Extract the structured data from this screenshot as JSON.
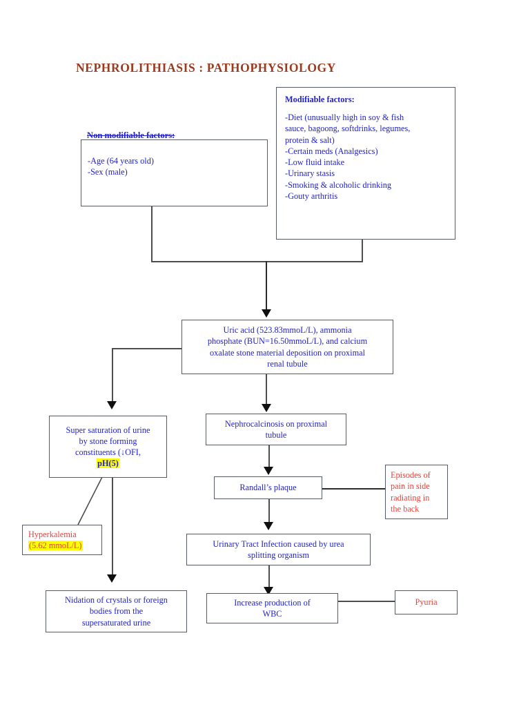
{
  "document": {
    "title": "NEPHROLITHIASIS : PATHOPHYSIOLOGY"
  },
  "colors": {
    "title": "#9c3a1e",
    "body_text": "#2222cc",
    "alert_text": "#e8403a",
    "highlight": "#ffff00",
    "border": "#555a63",
    "connector": "#4d4d4d"
  },
  "boxes": {
    "non_modifiable": {
      "heading": "Non modifiable factors:",
      "items": [
        "-Age (64 years old)",
        "-Sex (male)"
      ]
    },
    "modifiable": {
      "heading": "Modifiable factors:",
      "items": [
        "-Diet (unusually high in soy & fish",
        "sauce, bagoong, softdrinks, legumes,",
        "protein & salt)",
        "-Certain meds (Analgesics)",
        "-Low fluid intake",
        "-Urinary stasis",
        "-Smoking & alcoholic drinking",
        "-Gouty arthritis"
      ]
    },
    "uric_acid": {
      "lines": [
        "Uric acid (523.83mmoL/L), ammonia",
        "phosphate (BUN=16.50mmoL/L), and calcium",
        "oxalate stone material deposition on proximal",
        "renal tubule"
      ]
    },
    "super_saturation": {
      "lines": [
        "Super saturation of urine",
        "by stone forming",
        "constituents (↓OFI,"
      ],
      "highlighted": "pH(5)"
    },
    "nephrocalcinosis": {
      "lines": [
        "Nephrocalcinosis on proximal",
        "tubule"
      ]
    },
    "randalls_plaque": {
      "lines": [
        "Randall’s plaque"
      ]
    },
    "episodes_of_pain": {
      "lines": [
        "Episodes of",
        "pain in side",
        "radiating in",
        "the back"
      ]
    },
    "hyperkalemia": {
      "label": "Hyperkalemia",
      "highlighted": "(5.62 mmoL/L)"
    },
    "uti": {
      "lines": [
        "Urinary Tract Infection caused by urea",
        "splitting organism"
      ]
    },
    "nidation": {
      "lines": [
        "Nidation of crystals or foreign",
        "bodies from the",
        "supersaturated urine"
      ]
    },
    "increase_wbc": {
      "lines": [
        "Increase production of",
        "WBC"
      ]
    },
    "pyuria": {
      "lines": [
        "Pyuria"
      ]
    }
  }
}
